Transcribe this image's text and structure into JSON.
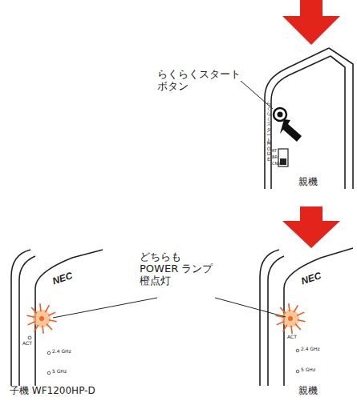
{
  "diagram": {
    "labels": [
      "らくらくスタート ボタン",
      "らくらく スタート",
      "MODE",
      "RT",
      "BR",
      "CNV",
      "親機",
      "どちらも POWER ランプ 橙点灯",
      "NEC",
      "ACT",
      "2.4 GHz",
      "5 GHz",
      "子機 WF1200HP-D",
      "NEC",
      "ACT",
      "2.4 GHz",
      "5 GHz",
      "親機"
    ]
  }
}
